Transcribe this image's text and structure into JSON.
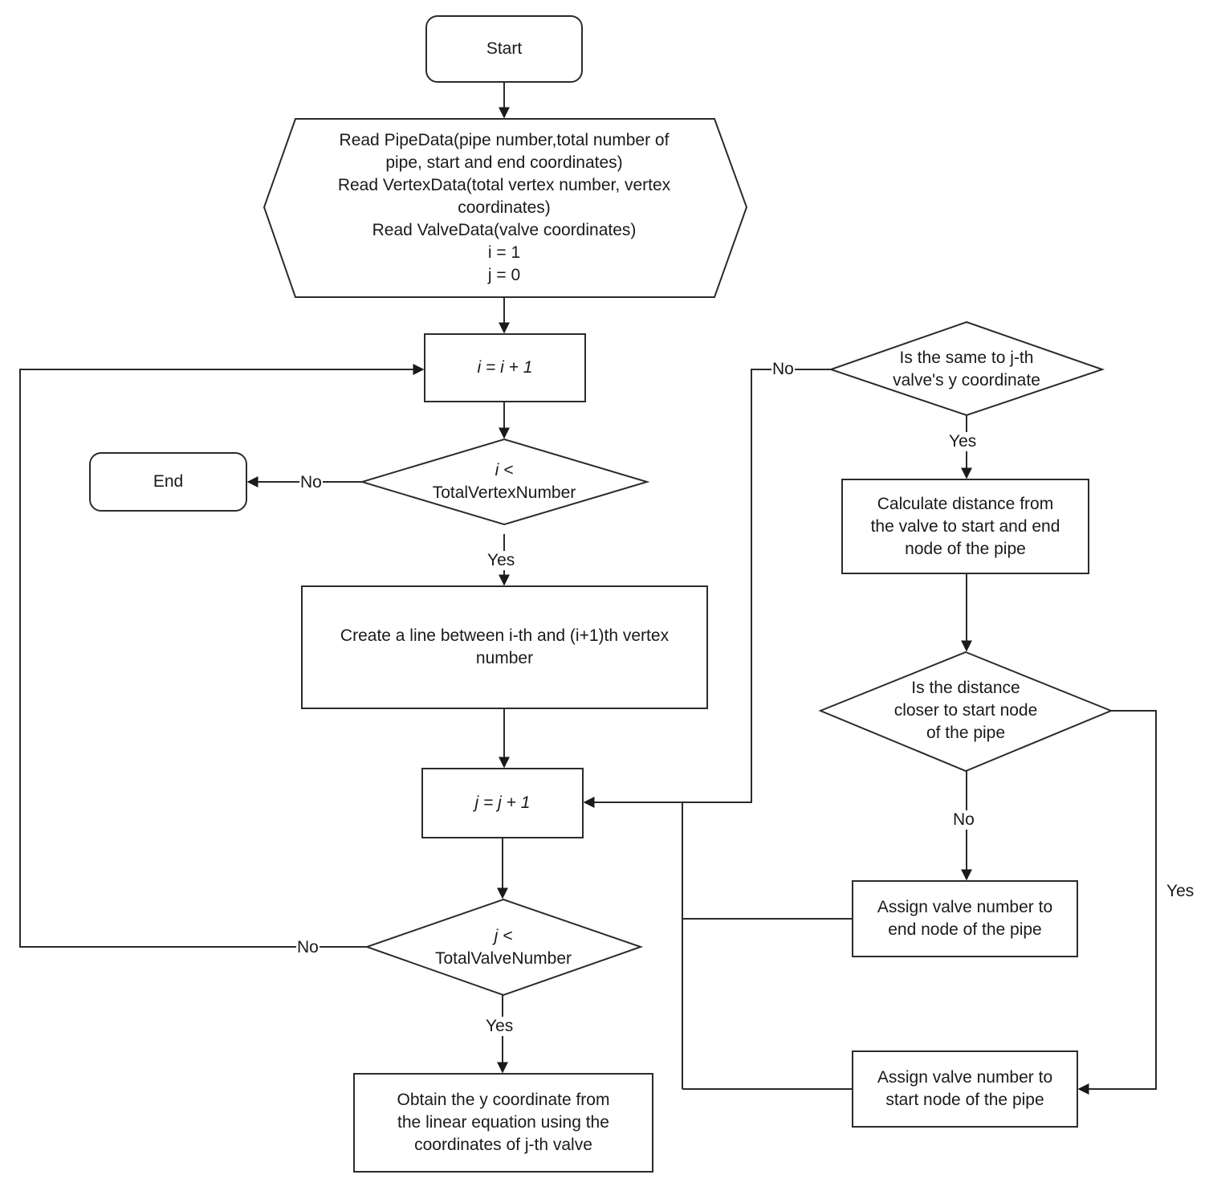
{
  "nodes": {
    "start": {
      "lines": [
        "Start"
      ]
    },
    "read_data": {
      "lines": [
        "Read PipeData(pipe number,total number of",
        "pipe, start and end coordinates)",
        "Read VertexData(total vertex number, vertex",
        "coordinates)",
        "Read ValveData(valve coordinates)",
        "i = 1",
        "j = 0"
      ]
    },
    "inc_i": {
      "lines": [
        "i = i + 1"
      ]
    },
    "check_i": {
      "lines": [
        "i <",
        "TotalVertexNumber"
      ]
    },
    "end": {
      "lines": [
        "End"
      ]
    },
    "create_line": {
      "lines": [
        "Create a line between i-th and (i+1)th vertex",
        "number"
      ]
    },
    "inc_j": {
      "lines": [
        "j = j + 1"
      ]
    },
    "check_j": {
      "lines": [
        "j <",
        "TotalValveNumber"
      ]
    },
    "obtain_y": {
      "lines": [
        "Obtain the y coordinate from",
        "the linear equation using the",
        "coordinates of j-th valve"
      ]
    },
    "check_same_y": {
      "lines": [
        "Is the same to j-th",
        "valve's y coordinate"
      ]
    },
    "calc_distance": {
      "lines": [
        "Calculate distance from",
        "the valve to start and end",
        "node of the pipe"
      ]
    },
    "check_closer": {
      "lines": [
        "Is the distance",
        "closer to start node",
        "of the pipe"
      ]
    },
    "assign_end": {
      "lines": [
        "Assign valve number to",
        "end node of the pipe"
      ]
    },
    "assign_start": {
      "lines": [
        "Assign valve number to",
        "start node of the pipe"
      ]
    }
  },
  "edge_labels": {
    "check_i_no": "No",
    "check_i_yes": "Yes",
    "check_j_no": "No",
    "check_j_yes": "Yes",
    "same_y_no": "No",
    "same_y_yes": "Yes",
    "closer_no": "No",
    "closer_yes": "Yes"
  }
}
